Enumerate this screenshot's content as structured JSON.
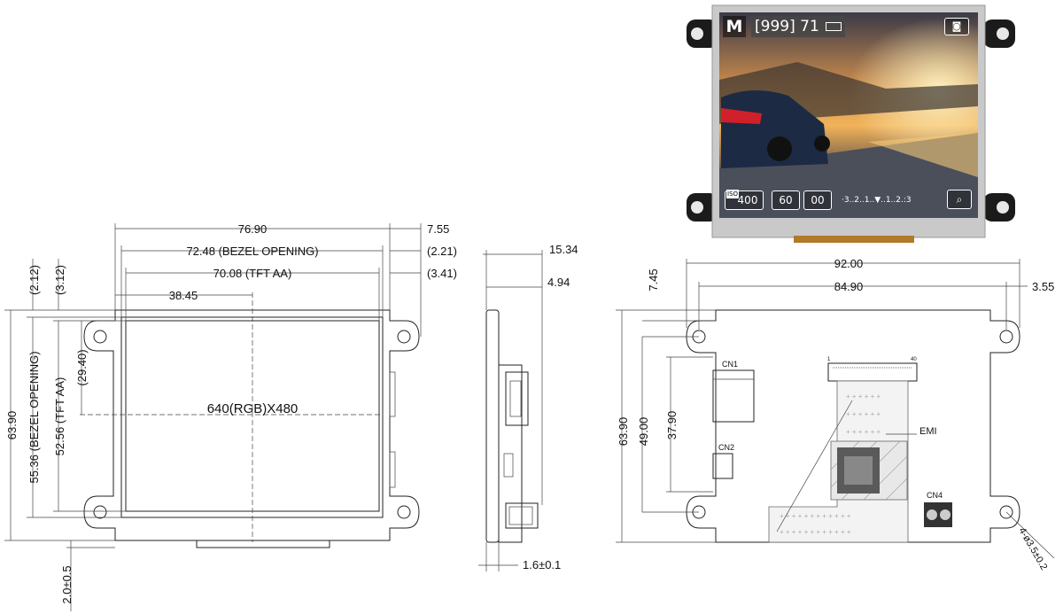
{
  "front_view": {
    "width_overall": "76.90",
    "bezel_opening_width": "72.48 (BEZEL OPENING)",
    "tft_aa_width": "70.08 (TFT AA)",
    "center_offset": "38.45",
    "right_offset_1": "7.55",
    "right_offset_2": "(2.21)",
    "right_offset_3": "(3.41)",
    "top_offset_1": "(2.12)",
    "top_offset_2": "(3.12)",
    "height_overall": "63.90",
    "bezel_opening_height": "55.36 (BEZEL OPENING)",
    "tft_aa_height": "52.56 (TFT AA)",
    "center_height": "(29.40)",
    "bottom_offset": "2.0±0.5",
    "resolution_label": "640(RGB)X480"
  },
  "side_view": {
    "thickness_total": "15.34",
    "thickness_2": "4.94",
    "bottom_thickness": "1.6±0.1"
  },
  "back_view": {
    "width_overall": "92.00",
    "hole_spacing": "84.90",
    "right_offset": "3.55",
    "top_offset": "7.45",
    "height_overall": "63.90",
    "hole_spacing_v": "49.00",
    "cn_spacing": "37.90",
    "cn1": "CN1",
    "cn2": "CN2",
    "cn4": "CN4",
    "emi": "EMI",
    "hole_label": "4-ø3.5±0.2",
    "fpc_pin_1": "1",
    "fpc_pin_40": "40"
  },
  "product_photo": {
    "mode": "M",
    "shots": "[999]",
    "count": "71",
    "iso_label": "ISO",
    "iso": "400",
    "shutter": "60",
    "aperture": "00",
    "exposure_scale": "·3..2..1..▼..1..2.:3"
  }
}
